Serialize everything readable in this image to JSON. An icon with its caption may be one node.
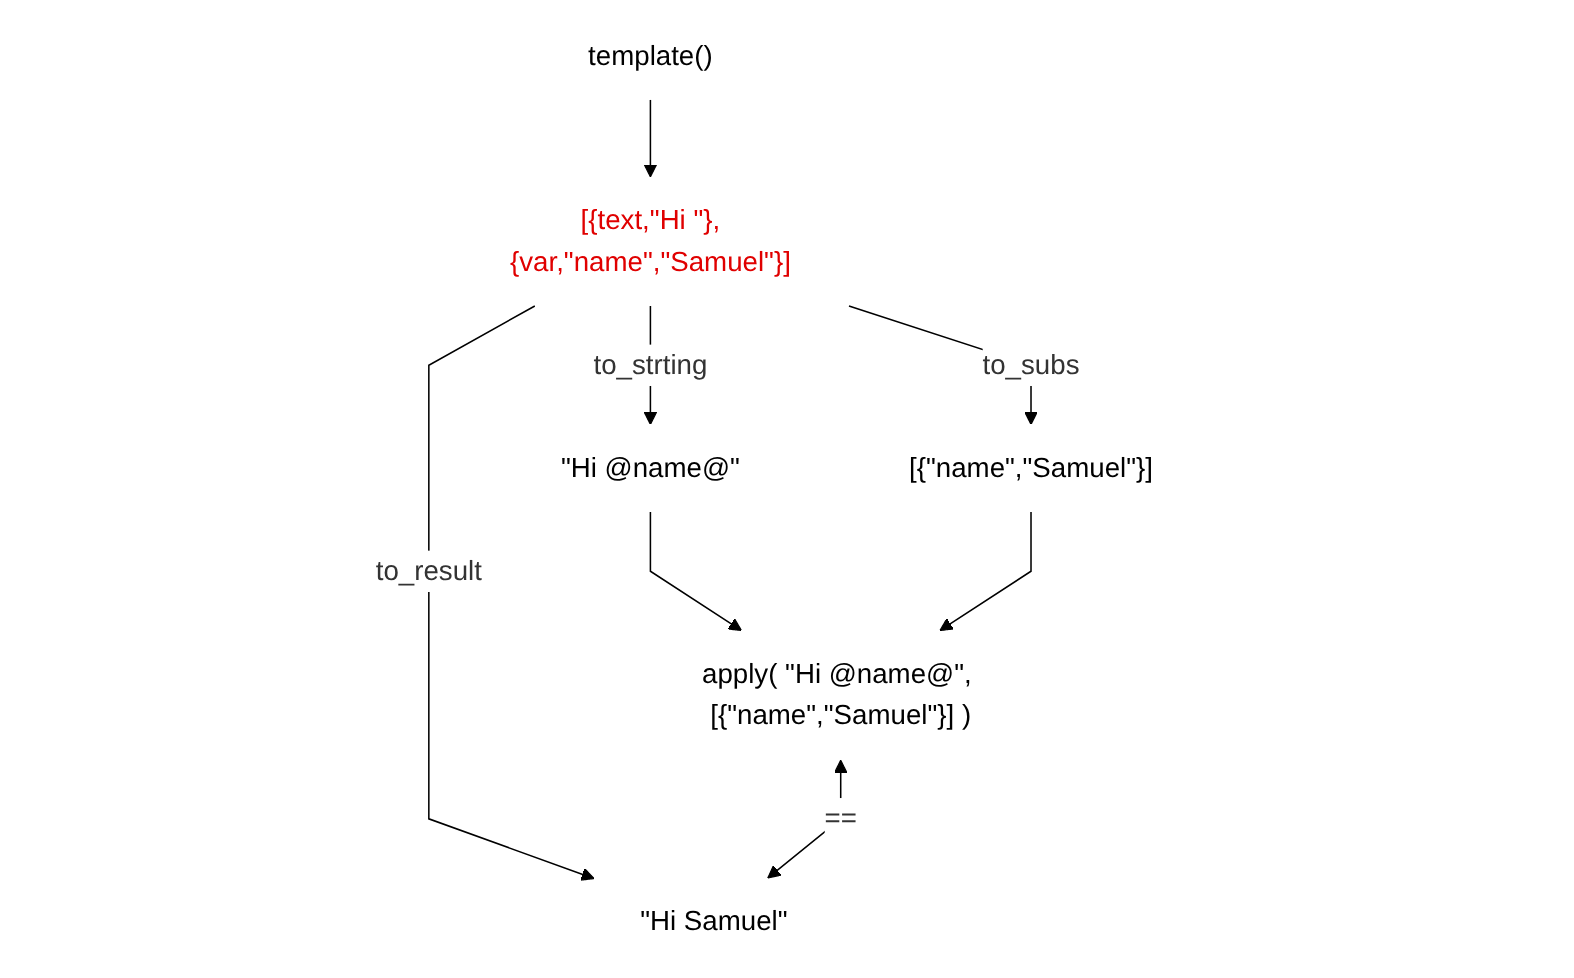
{
  "diagram": {
    "nodes": [
      {
        "text": [
          "template()"
        ]
      },
      {
        "text": [
          "[{text,\"Hi \"},{var,\"name\",\"Samuel\"}]"
        ]
      },
      {
        "text": [
          "\"Hi @name@\""
        ]
      },
      {
        "text": [
          "[{\"name\",\"Samuel\"}]"
        ]
      },
      {
        "text": [
          "\"Hi Samuel\""
        ]
      },
      {
        "text": [
          "apply( \"Hi @name@\", [{\"name\",\"Samuel\"}] )"
        ]
      }
    ],
    "edges": [
      {
        "from": 0,
        "to": 1,
        "arrow": "to"
      },
      {
        "from": 1,
        "to": 2,
        "arrow": "to",
        "label": "to_strting"
      },
      {
        "from": 1,
        "to": 3,
        "arrow": "to",
        "label": "to_subs"
      },
      {
        "from": 1,
        "to": 4,
        "arrow": "to",
        "label": "to_result"
      },
      {
        "from": 2,
        "to": 5,
        "arrow": "to"
      },
      {
        "from": 3,
        "to": 5,
        "arrow": "to"
      },
      {
        "from": 5,
        "to": 4,
        "arrow": "both",
        "label": "=="
      }
    ]
  }
}
